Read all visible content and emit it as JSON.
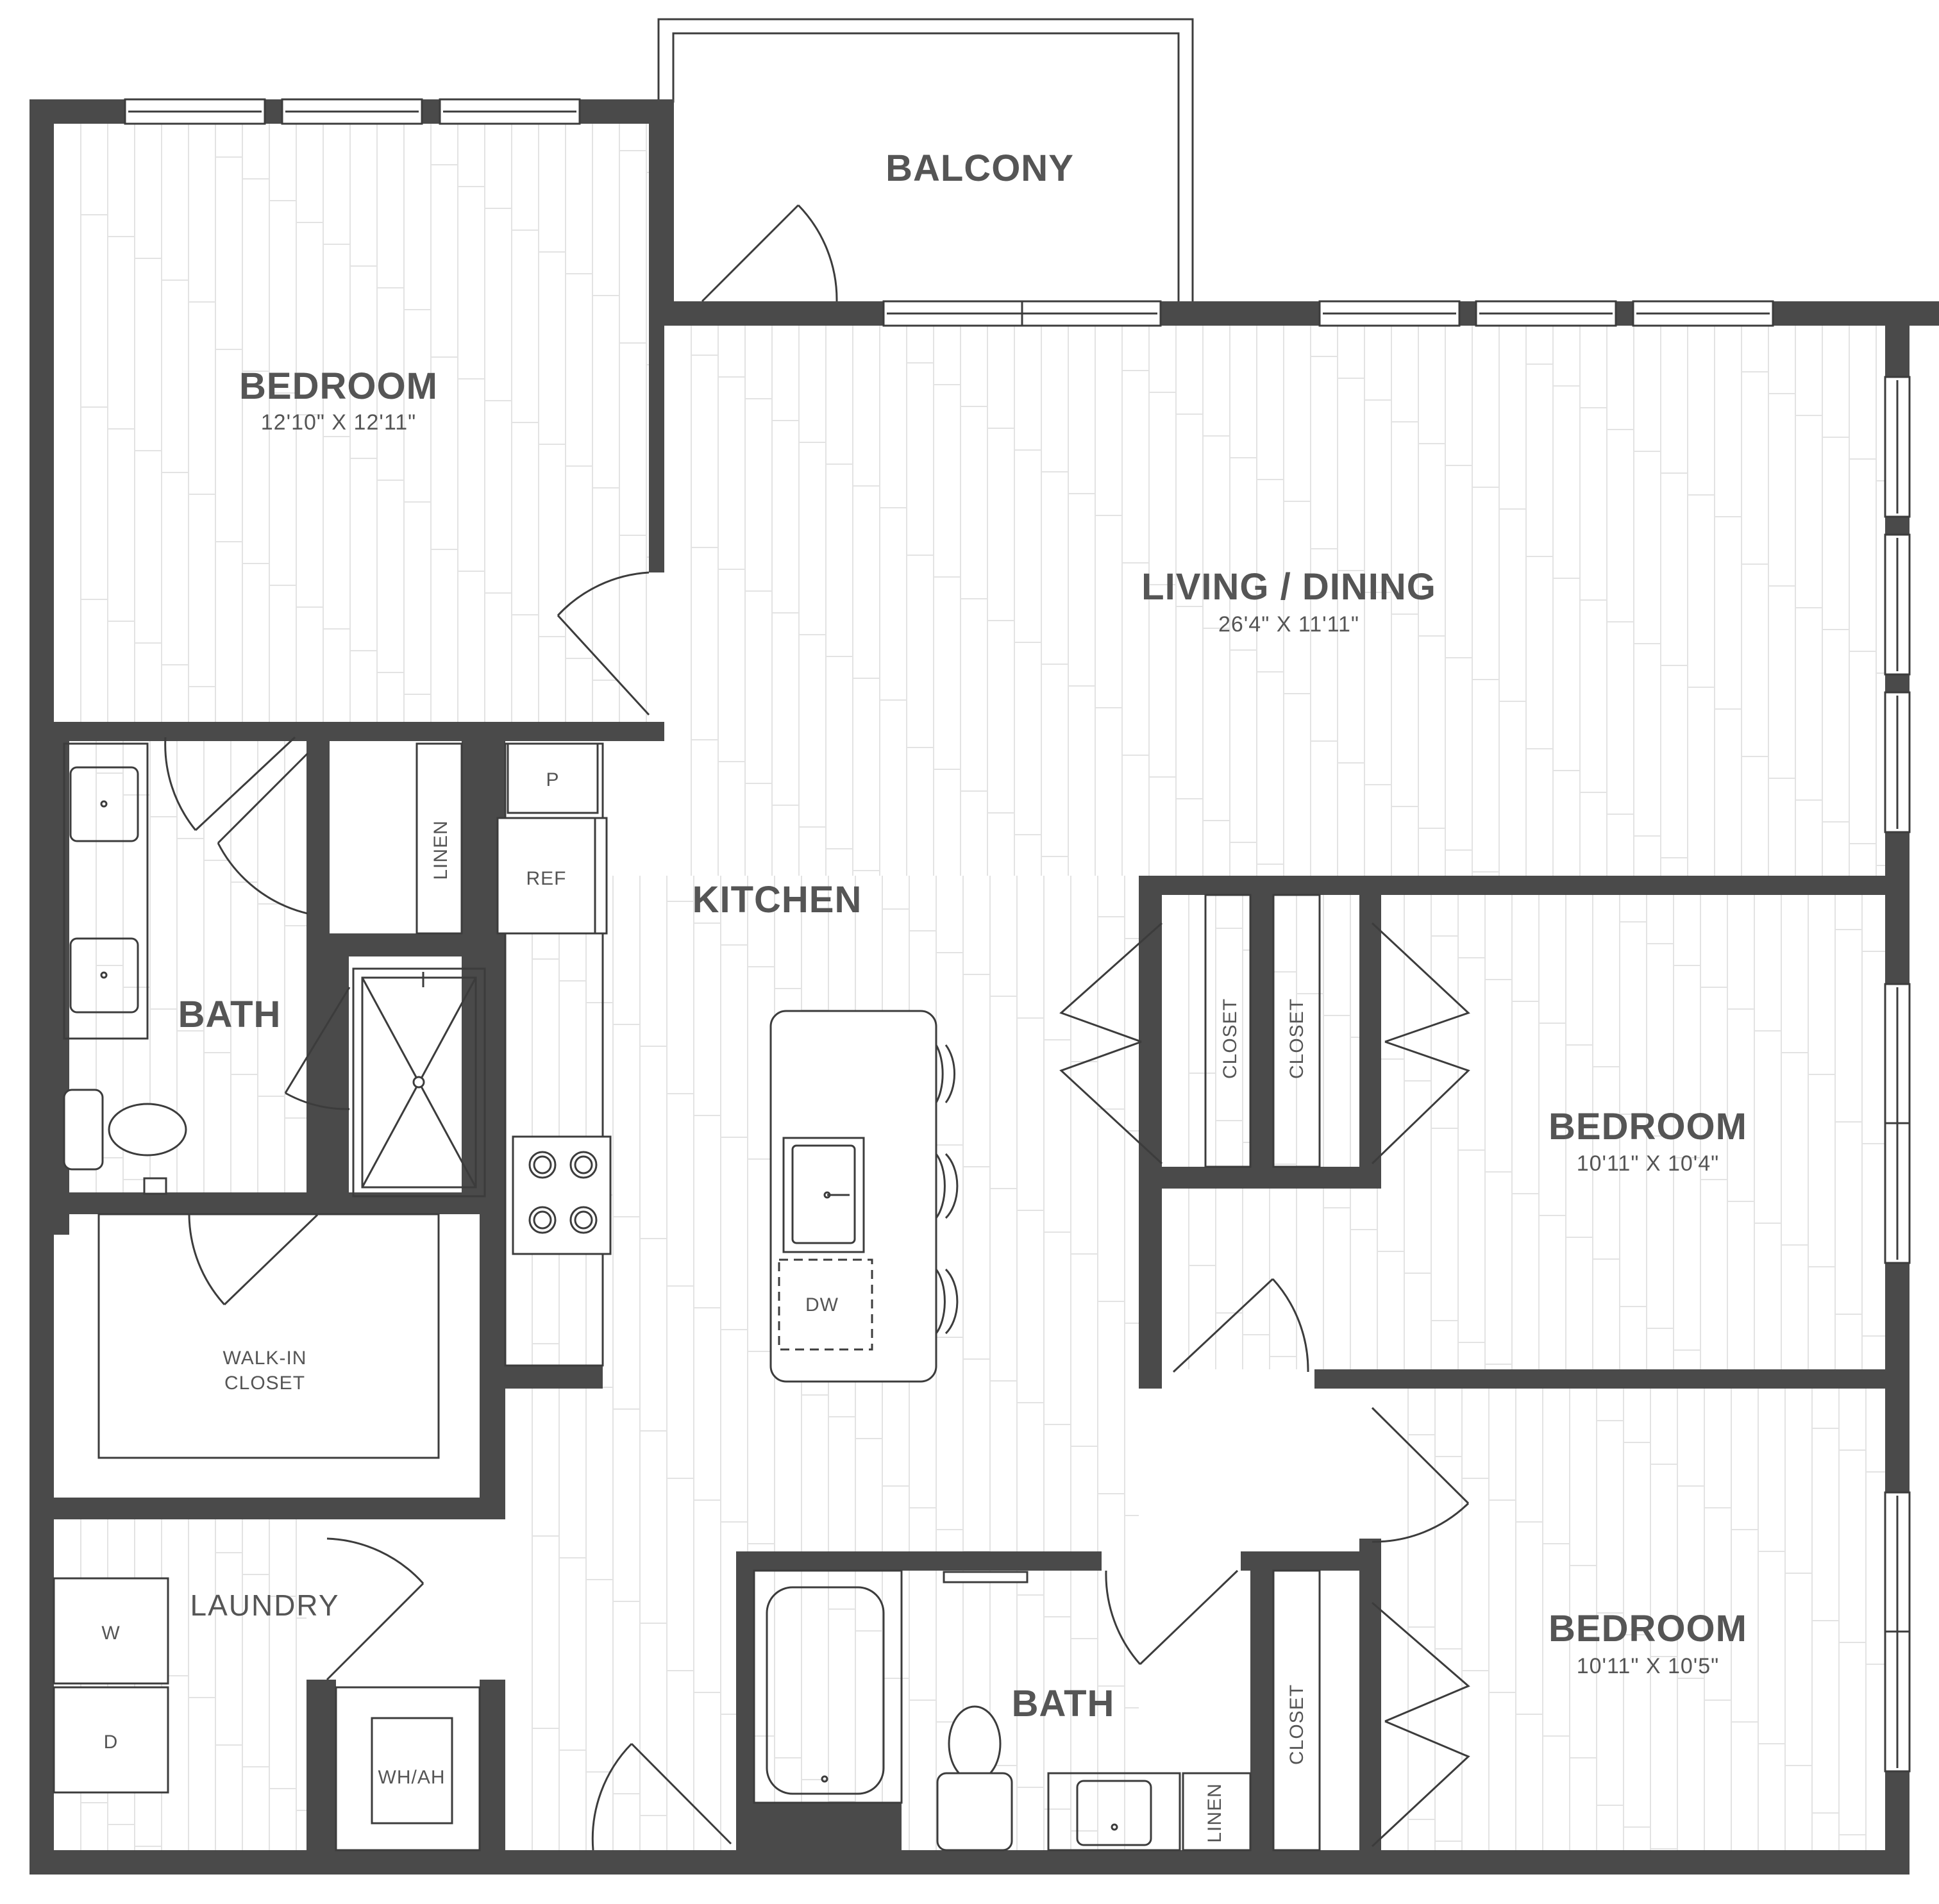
{
  "rooms": {
    "bedroom_main": {
      "title": "BEDROOM",
      "dims": "12'10\" X 12'11\""
    },
    "balcony": {
      "title": "BALCONY"
    },
    "living": {
      "title": "LIVING / DINING",
      "dims": "26'4\" X 11'11\""
    },
    "kitchen": {
      "title": "KITCHEN"
    },
    "bath_main": {
      "title": "BATH"
    },
    "bedroom_2": {
      "title": "BEDROOM",
      "dims": "10'11\" X 10'4\""
    },
    "bedroom_3": {
      "title": "BEDROOM",
      "dims": "10'11\" X 10'5\""
    },
    "bath_2": {
      "title": "BATH"
    },
    "laundry": {
      "title": "LAUNDRY"
    },
    "walkin": {
      "line1": "WALK-IN",
      "line2": "CLOSET"
    }
  },
  "fixtures": {
    "pantry": "P",
    "refrigerator": "REF",
    "dishwasher": "DW",
    "linen_main": "LINEN",
    "linen_bath2": "LINEN",
    "closet_bed2_left": "CLOSET",
    "closet_bed2_right": "CLOSET",
    "closet_bed3": "CLOSET",
    "washer": "W",
    "dryer": "D",
    "water_heater": "WH/AH"
  },
  "colors": {
    "wall": "#4a4a4a",
    "line": "#3c3c3c",
    "text": "#555555",
    "floor_grain": "#e3e3e3"
  }
}
